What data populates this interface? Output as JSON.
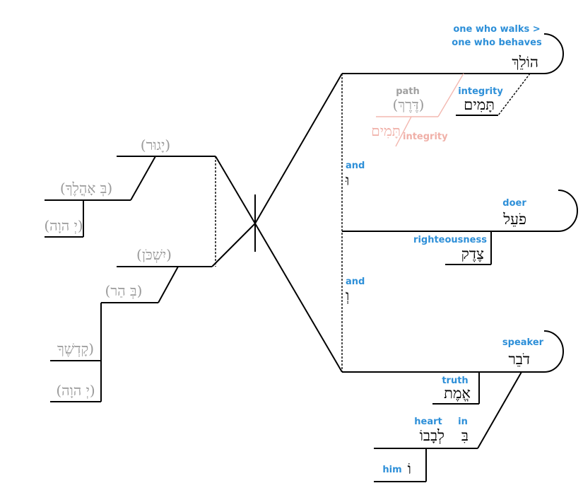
{
  "diagram": {
    "left_clause": {
      "yagur": "(יָגוּר)",
      "be_ohalekha": "(בְּ אָהֳלֶךָ)",
      "yhwh_1": "(יְ הוָה)",
      "yishkon": "(יִשְׁכֹּן)",
      "be_har": "(בְּ הַר)",
      "qodshekha": "קָדְשֶׁךָ)",
      "yhwh_2": "(יְ הוָה)"
    },
    "right_clause": {
      "holekh": {
        "gloss_line1": "one who walks >",
        "gloss_line2": "one who behaves",
        "hebrew": "הוֹלֵךְ"
      },
      "tamim_modifier": {
        "gloss": "integrity",
        "hebrew": "תָּמִים"
      },
      "derekh": {
        "gloss": "path",
        "hebrew": "(דֶּרֶךְ)"
      },
      "tamim_faint": {
        "gloss": "integrity",
        "hebrew": "תָּמִים"
      },
      "and_1": {
        "gloss": "and",
        "hebrew": "וּ"
      },
      "poel": {
        "gloss": "doer",
        "hebrew": "פֹעֵל"
      },
      "tsedeq": {
        "gloss": "righteousness",
        "hebrew": "צֶדֶק"
      },
      "and_2": {
        "gloss": "and",
        "hebrew": "וְ"
      },
      "dover": {
        "gloss": "speaker",
        "hebrew": "דֹבֵר"
      },
      "emet": {
        "gloss": "truth",
        "hebrew": "אֱמֶת"
      },
      "bilvavo": {
        "gloss_heart": "heart",
        "gloss_in": "in",
        "hebrew_be": "בִּ",
        "hebrew_levav": "לְבָבוֹ"
      },
      "him": {
        "gloss": "him",
        "hebrew": "וֹ"
      }
    },
    "colors": {
      "gloss": "#2d8fd8",
      "gray": "#9a9a9a",
      "faint": "#f0b0a8",
      "line": "#000000"
    }
  }
}
